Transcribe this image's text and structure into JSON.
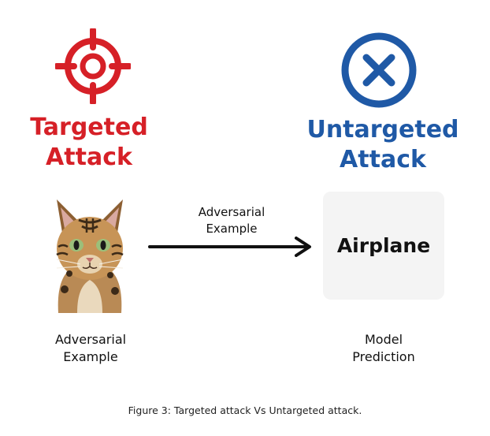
{
  "targeted": {
    "title_line1": "Targeted",
    "title_line2": "Attack",
    "icon": "crosshair-target-icon",
    "color": "#d62027"
  },
  "untargeted": {
    "title_line1": "Untargeted",
    "title_line2": "Attack",
    "icon": "x-circle-icon",
    "color": "#1f59a6"
  },
  "arrow": {
    "label_line1": "Adversarial",
    "label_line2": "Example"
  },
  "prediction": {
    "label": "Airplane"
  },
  "captions": {
    "cat_line1": "Adversarial",
    "cat_line2": "Example",
    "prediction_line1": "Model",
    "prediction_line2": "Prediction"
  },
  "figure_caption": "Figure 3: Targeted attack Vs Untargeted attack."
}
